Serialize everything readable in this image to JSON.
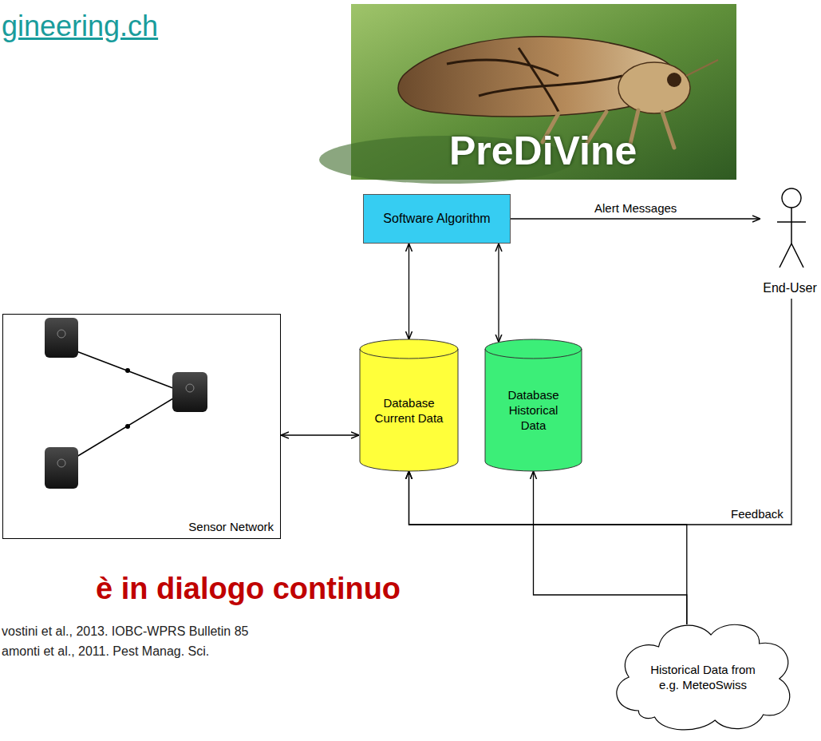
{
  "diagram": {
    "nodes": [
      {
        "text": [
          "Software Algorithm"
        ]
      },
      {
        "text": [
          "End-User"
        ]
      },
      {
        "text": [
          "Sensor Network"
        ]
      },
      {
        "text": [
          "Database Current Data"
        ]
      },
      {
        "text": [
          "Database Historical Data"
        ]
      },
      {
        "text": [
          "Historical Data from e.g. MeteoSwiss"
        ]
      }
    ],
    "edges": [
      {
        "from": 0,
        "to": 3,
        "arrow": "both"
      },
      {
        "from": 0,
        "to": 4,
        "arrow": "both"
      },
      {
        "from": 0,
        "to": 1,
        "label": "Alert Messages",
        "arrow": "to"
      },
      {
        "from": 2,
        "to": 3,
        "arrow": "both"
      },
      {
        "from": 1,
        "to": 3,
        "label": "Feedback",
        "arrow": "to"
      },
      {
        "from": 5,
        "to": 3,
        "arrow": "to"
      },
      {
        "from": 5,
        "to": 4,
        "arrow": "to"
      }
    ],
    "labels": [
      "gineering.ch",
      "PreDiVine",
      "è in dialogo continuo",
      "vostini et al., 2013. IOBC-WPRS Bulletin 85",
      "amonti et al., 2011. Pest Manag. Sci."
    ]
  }
}
